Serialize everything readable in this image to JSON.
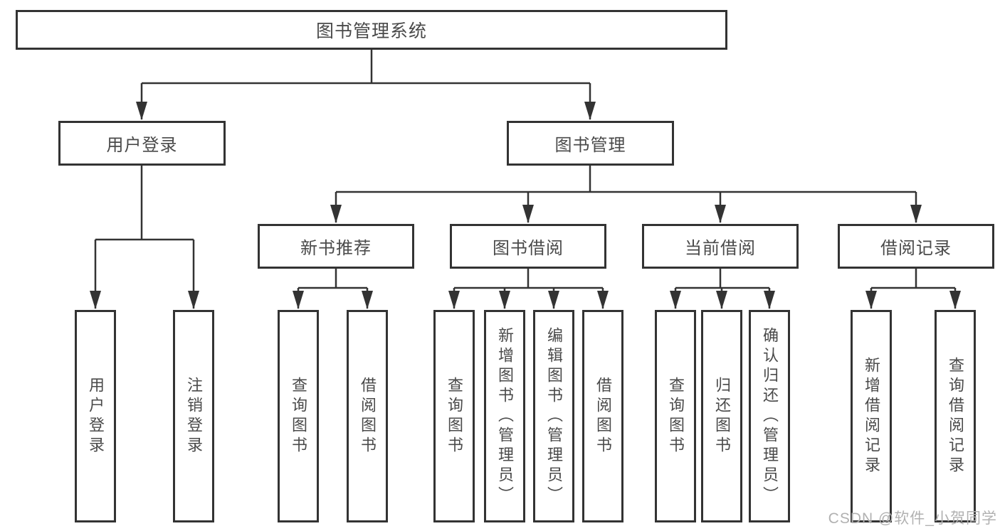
{
  "diagram": {
    "watermark": "CSDN @软件_小贺同学",
    "tree": {
      "root": {
        "label": "图书管理系统"
      },
      "level2": [
        {
          "label": "用户登录",
          "children": [
            {
              "label": "用户登录"
            },
            {
              "label": "注销登录"
            }
          ]
        },
        {
          "label": "图书管理",
          "children": [
            {
              "label": "新书推荐",
              "children": [
                {
                  "label": "查询图书"
                },
                {
                  "label": "借阅图书"
                }
              ]
            },
            {
              "label": "图书借阅",
              "children": [
                {
                  "label": "查询图书"
                },
                {
                  "label": "新增图书（管理员）"
                },
                {
                  "label": "编辑图书（管理员）"
                },
                {
                  "label": "借阅图书"
                }
              ]
            },
            {
              "label": "当前借阅",
              "children": [
                {
                  "label": "查询图书"
                },
                {
                  "label": "归还图书"
                },
                {
                  "label": "确认归还（管理员）"
                }
              ]
            },
            {
              "label": "借阅记录",
              "children": [
                {
                  "label": "新增借阅记录"
                },
                {
                  "label": "查询借阅记录"
                }
              ]
            }
          ]
        }
      ]
    }
  }
}
